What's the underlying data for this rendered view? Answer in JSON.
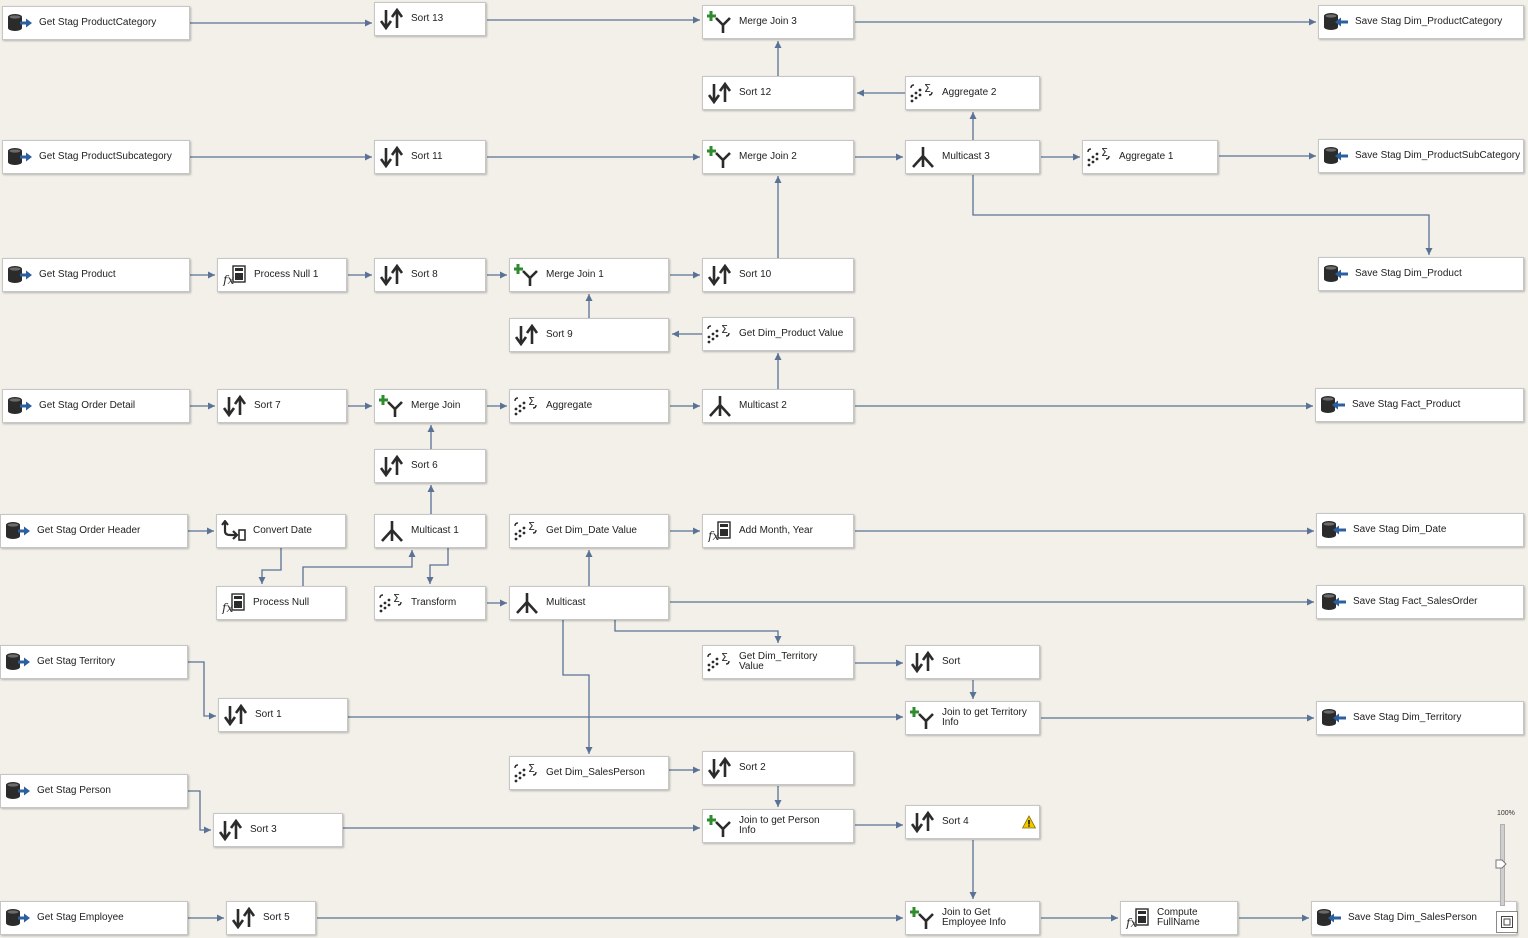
{
  "canvas": {
    "background": "#f3f0e9",
    "zoom_level": "100%"
  },
  "colors": {
    "connector": "#5a7296",
    "node_border": "#c6c6c6",
    "icon_dark": "#2b2b2b",
    "source_arrow": "#2c5f9e",
    "merge_plus": "#2e8b2e",
    "warning": "#f0c800"
  },
  "nodes": [
    {
      "id": "src_prodcat",
      "icon": "source-icon",
      "label": "Get Stag ProductCategory"
    },
    {
      "id": "sort13",
      "icon": "sort-icon",
      "label": "Sort 13"
    },
    {
      "id": "merge3",
      "icon": "merge-join-icon",
      "label": "Merge Join 3"
    },
    {
      "id": "dst_prodcat",
      "icon": "destination-icon",
      "label": "Save Stag Dim_ProductCategory"
    },
    {
      "id": "sort12",
      "icon": "sort-icon",
      "label": "Sort 12"
    },
    {
      "id": "agg2",
      "icon": "aggregate-icon",
      "label": "Aggregate 2"
    },
    {
      "id": "src_prodsub",
      "icon": "source-icon",
      "label": "Get Stag ProductSubcategory"
    },
    {
      "id": "sort11",
      "icon": "sort-icon",
      "label": "Sort 11"
    },
    {
      "id": "merge2",
      "icon": "merge-join-icon",
      "label": "Merge Join 2"
    },
    {
      "id": "mc3",
      "icon": "multicast-icon",
      "label": "Multicast 3"
    },
    {
      "id": "agg1",
      "icon": "aggregate-icon",
      "label": "Aggregate 1"
    },
    {
      "id": "dst_prodsub",
      "icon": "destination-icon",
      "label": "Save Stag Dim_ProductSubCategory"
    },
    {
      "id": "src_prod",
      "icon": "source-icon",
      "label": "Get Stag Product"
    },
    {
      "id": "pn1",
      "icon": "derived-column-icon",
      "label": "Process Null 1"
    },
    {
      "id": "sort8",
      "icon": "sort-icon",
      "label": "Sort 8"
    },
    {
      "id": "merge1",
      "icon": "merge-join-icon",
      "label": "Merge Join 1"
    },
    {
      "id": "sort10",
      "icon": "sort-icon",
      "label": "Sort 10"
    },
    {
      "id": "dst_prod",
      "icon": "destination-icon",
      "label": "Save Stag Dim_Product"
    },
    {
      "id": "sort9",
      "icon": "sort-icon",
      "label": "Sort 9"
    },
    {
      "id": "gdpv",
      "icon": "aggregate-icon",
      "label": "Get Dim_Product Value"
    },
    {
      "id": "src_od",
      "icon": "source-icon",
      "label": "Get Stag Order Detail"
    },
    {
      "id": "sort7",
      "icon": "sort-icon",
      "label": "Sort 7"
    },
    {
      "id": "mergej",
      "icon": "merge-join-icon",
      "label": "Merge Join"
    },
    {
      "id": "agg",
      "icon": "aggregate-icon",
      "label": "Aggregate"
    },
    {
      "id": "mc2",
      "icon": "multicast-icon",
      "label": "Multicast 2"
    },
    {
      "id": "dst_factprod",
      "icon": "destination-icon",
      "label": "Save Stag Fact_Product"
    },
    {
      "id": "sort6",
      "icon": "sort-icon",
      "label": "Sort 6"
    },
    {
      "id": "src_oh",
      "icon": "source-icon",
      "label": "Get Stag Order Header"
    },
    {
      "id": "convdate",
      "icon": "data-conversion-icon",
      "label": "Convert Date"
    },
    {
      "id": "mc1",
      "icon": "multicast-icon",
      "label": "Multicast 1"
    },
    {
      "id": "gddv",
      "icon": "aggregate-icon",
      "label": "Get Dim_Date Value"
    },
    {
      "id": "addmy",
      "icon": "derived-column-icon",
      "label": "Add Month, Year"
    },
    {
      "id": "dst_date",
      "icon": "destination-icon",
      "label": "Save Stag Dim_Date"
    },
    {
      "id": "pn",
      "icon": "derived-column-icon",
      "label": "Process Null"
    },
    {
      "id": "transform",
      "icon": "aggregate-icon",
      "label": "Transform"
    },
    {
      "id": "mc",
      "icon": "multicast-icon",
      "label": "Multicast"
    },
    {
      "id": "dst_factso",
      "icon": "destination-icon",
      "label": "Save Stag Fact_SalesOrder"
    },
    {
      "id": "src_terr",
      "icon": "source-icon",
      "label": "Get Stag Territory"
    },
    {
      "id": "gdtv",
      "icon": "aggregate-icon",
      "label": "Get Dim_Territory Value"
    },
    {
      "id": "sort",
      "icon": "sort-icon",
      "label": "Sort"
    },
    {
      "id": "sort1",
      "icon": "sort-icon",
      "label": "Sort 1"
    },
    {
      "id": "jterr",
      "icon": "merge-join-icon",
      "label": "Join to get Territory Info"
    },
    {
      "id": "dst_terr",
      "icon": "destination-icon",
      "label": "Save Stag Dim_Territory"
    },
    {
      "id": "gdsp",
      "icon": "aggregate-icon",
      "label": "Get Dim_SalesPerson"
    },
    {
      "id": "sort2",
      "icon": "sort-icon",
      "label": "Sort 2"
    },
    {
      "id": "src_person",
      "icon": "source-icon",
      "label": "Get Stag Person"
    },
    {
      "id": "sort3",
      "icon": "sort-icon",
      "label": "Sort 3"
    },
    {
      "id": "jperson",
      "icon": "merge-join-icon",
      "label": "Join to get Person Info"
    },
    {
      "id": "sort4",
      "icon": "sort-icon",
      "label": "Sort 4",
      "warning": true
    },
    {
      "id": "src_emp",
      "icon": "source-icon",
      "label": "Get Stag Employee"
    },
    {
      "id": "sort5",
      "icon": "sort-icon",
      "label": "Sort 5"
    },
    {
      "id": "jemp",
      "icon": "merge-join-icon",
      "label": "Join to Get Employee Info"
    },
    {
      "id": "compfn",
      "icon": "derived-column-icon",
      "label": "Compute FullName"
    },
    {
      "id": "dst_sp",
      "icon": "destination-icon",
      "label": "Save Stag Dim_SalesPerson"
    }
  ],
  "connections": [
    [
      "src_prodcat",
      "sort13"
    ],
    [
      "sort13",
      "merge3"
    ],
    [
      "merge3",
      "dst_prodcat"
    ],
    [
      "sort12",
      "merge3"
    ],
    [
      "agg2",
      "sort12"
    ],
    [
      "src_prodsub",
      "sort11"
    ],
    [
      "sort11",
      "merge2"
    ],
    [
      "merge2",
      "mc3"
    ],
    [
      "mc3",
      "agg1"
    ],
    [
      "agg1",
      "dst_prodsub"
    ],
    [
      "mc3",
      "agg2"
    ],
    [
      "mc3",
      "dst_prod"
    ],
    [
      "src_prod",
      "pn1"
    ],
    [
      "pn1",
      "sort8"
    ],
    [
      "sort8",
      "merge1"
    ],
    [
      "merge1",
      "sort10"
    ],
    [
      "sort10",
      "merge2"
    ],
    [
      "sort9",
      "merge1"
    ],
    [
      "gdpv",
      "sort9"
    ],
    [
      "src_od",
      "sort7"
    ],
    [
      "sort7",
      "mergej"
    ],
    [
      "mergej",
      "agg"
    ],
    [
      "agg",
      "mc2"
    ],
    [
      "mc2",
      "dst_factprod"
    ],
    [
      "mc2",
      "gdpv"
    ],
    [
      "sort6",
      "mergej"
    ],
    [
      "src_oh",
      "convdate"
    ],
    [
      "convdate",
      "pn"
    ],
    [
      "pn",
      "mc1"
    ],
    [
      "mc1",
      "sort6"
    ],
    [
      "mc1",
      "transform"
    ],
    [
      "gddv",
      "addmy"
    ],
    [
      "addmy",
      "dst_date"
    ],
    [
      "transform",
      "mc"
    ],
    [
      "mc",
      "gddv"
    ],
    [
      "mc",
      "dst_factso"
    ],
    [
      "mc",
      "gdtv"
    ],
    [
      "mc",
      "gdsp"
    ],
    [
      "gdtv",
      "sort"
    ],
    [
      "sort",
      "jterr"
    ],
    [
      "src_terr",
      "sort1"
    ],
    [
      "sort1",
      "jterr"
    ],
    [
      "jterr",
      "dst_terr"
    ],
    [
      "gdsp",
      "sort2"
    ],
    [
      "sort2",
      "jperson"
    ],
    [
      "src_person",
      "sort3"
    ],
    [
      "sort3",
      "jperson"
    ],
    [
      "jperson",
      "sort4"
    ],
    [
      "sort4",
      "jemp"
    ],
    [
      "src_emp",
      "sort5"
    ],
    [
      "sort5",
      "jemp"
    ],
    [
      "jemp",
      "compfn"
    ],
    [
      "compfn",
      "dst_sp"
    ]
  ]
}
